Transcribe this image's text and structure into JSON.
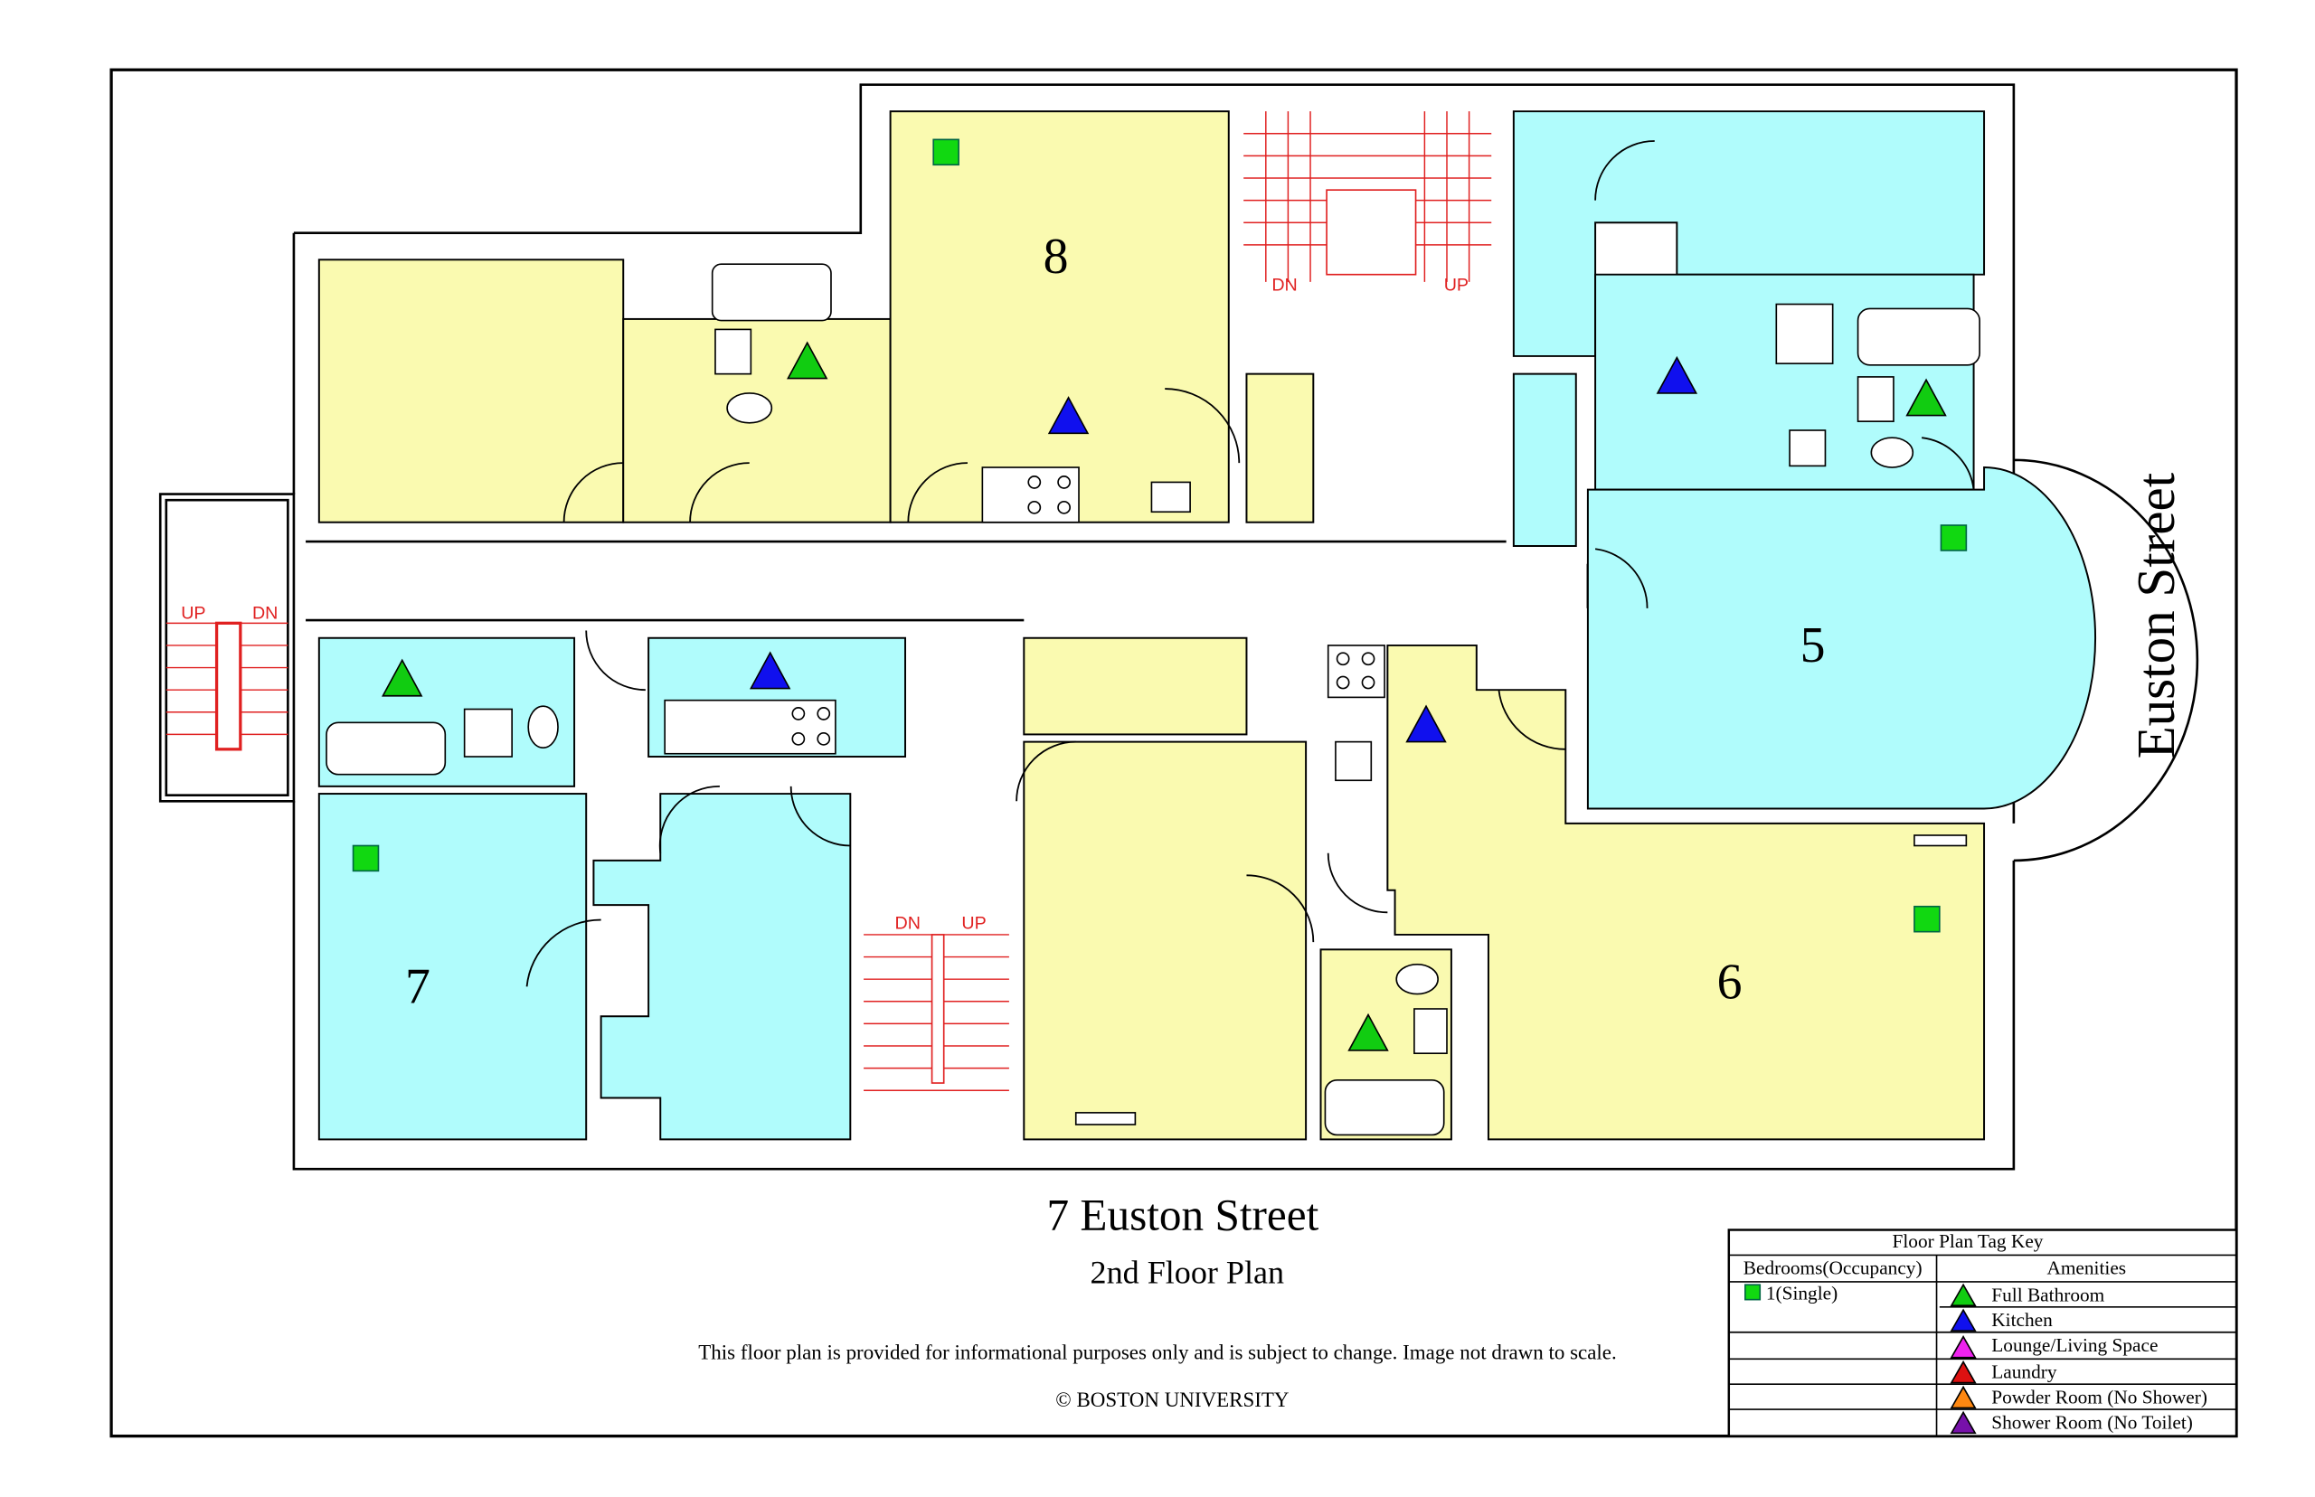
{
  "title": "7 Euston Street",
  "subtitle": "2nd Floor Plan",
  "disclaimer": "This floor plan is provided for informational purposes only and is subject to change. Image not drawn to scale.",
  "copyright": "© BOSTON UNIVERSITY",
  "street_label": "Euston Street",
  "units": {
    "u8": "8",
    "u5": "5",
    "u7": "7",
    "u6": "6"
  },
  "stairs": {
    "up": "UP",
    "dn": "DN"
  },
  "colors": {
    "yellow_unit": "#fafab0",
    "cyan_unit": "#b0fcfc",
    "stair": "#e02020",
    "bedroom_single": "#11d811",
    "full_bathroom": "#11cc11",
    "kitchen": "#1010ee",
    "lounge": "#ee22ee",
    "laundry": "#dd1111",
    "powder_room": "#ff8811",
    "shower_room": "#7711aa"
  },
  "legend": {
    "title": "Floor Plan Tag Key",
    "col_bedrooms": "Bedrooms(Occupancy)",
    "col_amenities": "Amenities",
    "bedrooms": [
      {
        "label": "1(Single)",
        "icon": "green-square"
      }
    ],
    "amenities": [
      {
        "label": "Full Bathroom",
        "icon": "green-triangle"
      },
      {
        "label": "Kitchen",
        "icon": "blue-triangle"
      },
      {
        "label": "Lounge/Living Space",
        "icon": "magenta-triangle"
      },
      {
        "label": "Laundry",
        "icon": "red-triangle"
      },
      {
        "label": "Powder Room (No Shower)",
        "icon": "orange-triangle"
      },
      {
        "label": "Shower Room (No Toilet)",
        "icon": "purple-triangle"
      }
    ]
  }
}
